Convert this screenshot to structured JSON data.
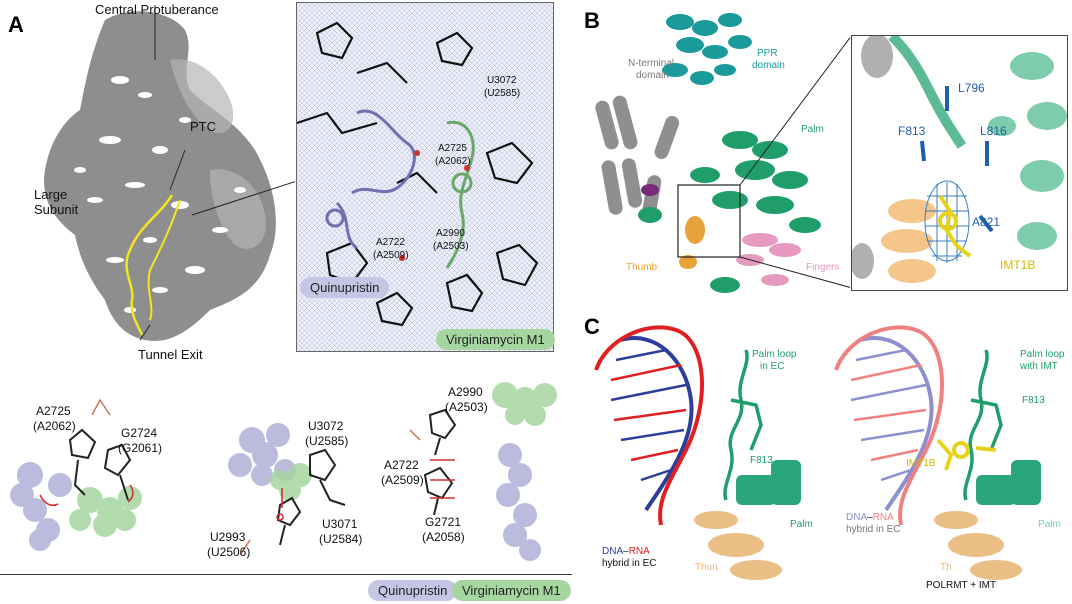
{
  "panels": {
    "a_label": "A",
    "b_label": "B",
    "c_label": "C"
  },
  "panel_a": {
    "ribosome_labels": {
      "central_protuberance": "Central Protuberance",
      "ptc": "PTC",
      "large_subunit_l1": "Large",
      "large_subunit_l2": "Subunit",
      "tunnel_exit": "Tunnel Exit"
    },
    "density_labels": {
      "u3072": "U3072",
      "u2585": "(U2585)",
      "a2725": "A2725",
      "a2062": "(A2062)",
      "a2990": "A2990",
      "a2503": "(A2503)",
      "a2722": "A2722",
      "a2509": "(A2509)"
    },
    "density_pills": {
      "quinupristin": "Quinupristin",
      "virginiamycin": "Virginiamycin M1"
    },
    "bottom_labels": {
      "b1_a2725": "A2725",
      "b1_a2062": "(A2062)",
      "b1_g2724": "G2724",
      "b1_g2061": "(G2061)",
      "b2_u3072": "U3072",
      "b2_u2585": "(U2585)",
      "b2_u2993": "U2993",
      "b2_u2506": "(U2506)",
      "b2_u3071": "U3071",
      "b2_u2584": "(U2584)",
      "b3_a2990": "A2990",
      "b3_a2503": "(A2503)",
      "b3_a2722": "A2722",
      "b3_a2509": "(A2509)",
      "b3_g2721": "G2721",
      "b3_a2058": "(A2058)"
    },
    "legend": {
      "quinupristin": "Quinupristin",
      "virginiamycin": "Virginiamycin M1"
    }
  },
  "panel_b": {
    "labels": {
      "ppr_l1": "PPR",
      "ppr_l2": "domain",
      "nterm_l1": "N-terminal",
      "nterm_l2": "domain",
      "palm": "Palm",
      "thumb": "Thumb",
      "fingers": "Fingers"
    },
    "zoom_labels": {
      "l796": "L796",
      "f813": "F813",
      "l816": "L816",
      "a821": "A821",
      "imt1b": "IMT1B"
    }
  },
  "panel_c": {
    "left": {
      "palm_loop_l1": "Palm loop",
      "palm_loop_l2": "in EC",
      "f813": "F813",
      "palm": "Palm",
      "dna": "DNA",
      "dash": "–",
      "rna": "RNA",
      "hybrid": "hybrid in EC",
      "thumb": "Thun"
    },
    "right": {
      "palm_loop_l1": "Palm loop",
      "palm_loop_l2": "with IMT",
      "f813": "F813",
      "imt1b": "IMT1B",
      "palm": "Palm",
      "dna": "DNA",
      "dash": "–",
      "rna": "RNA",
      "hybrid": "hybrid in EC",
      "thumb": "Th",
      "caption": "POLRMT + IMT"
    }
  },
  "colors": {
    "quinupristin": "#9c9cd0",
    "virginiamycin": "#8cc98a",
    "palm_green": "#1f9e6a",
    "ppr_teal": "#1a9a9a",
    "thumb_orange": "#e8a23a",
    "fingers_pink": "#e79ac0",
    "imt_yellow": "#e6d21a",
    "dna_blue": "#2c3e9a",
    "rna_red": "#e02020"
  }
}
